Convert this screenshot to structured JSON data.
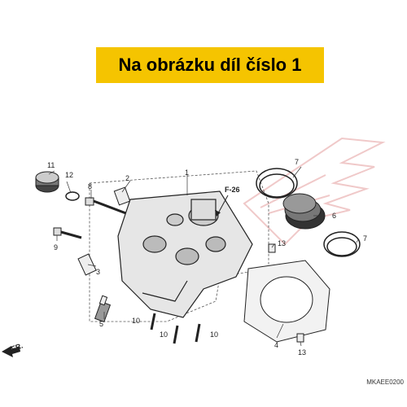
{
  "banner": {
    "text": "Na obrázku díl číslo 1",
    "color": "#f5c400"
  },
  "diagram_code": "MKAEE0200",
  "fr_marker": "FR.",
  "ref_label": "F-26",
  "callouts": [
    "1",
    "2",
    "3",
    "4",
    "5",
    "6",
    "7",
    "7",
    "8",
    "9",
    "10",
    "10",
    "10",
    "11",
    "12",
    "13",
    "13"
  ]
}
